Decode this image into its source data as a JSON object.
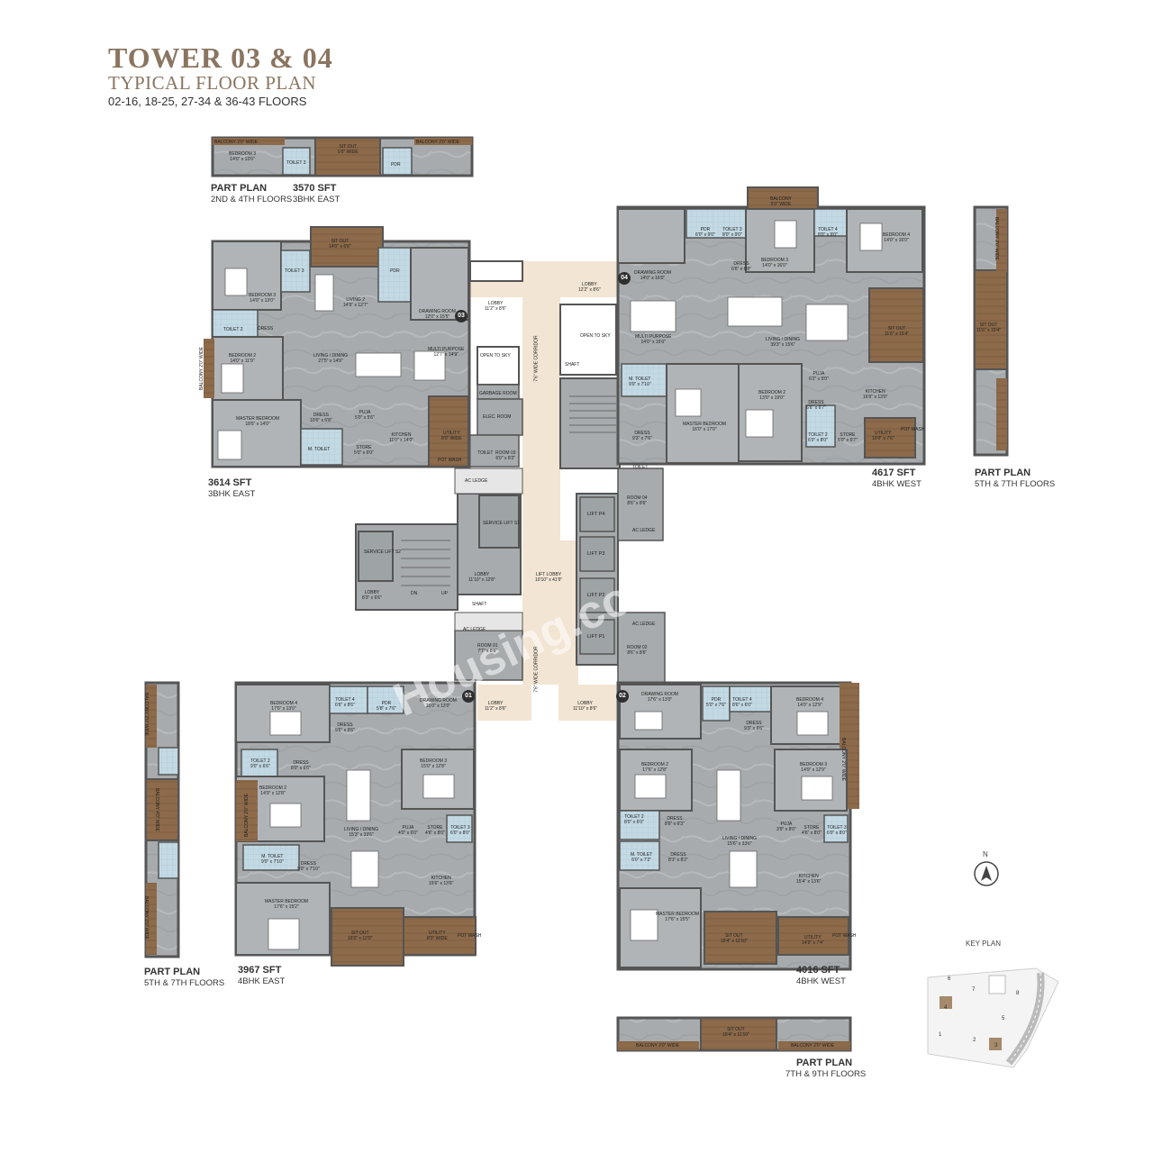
{
  "header": {
    "title": "TOWER 03 & 04",
    "subtitle": "TYPICAL FLOOR PLAN",
    "floors": "02-16, 18-25, 27-34 & 36-43 FLOORS"
  },
  "units": {
    "u03": {
      "number": "03",
      "area": "3614 SFT",
      "type": "3BHK EAST"
    },
    "u04": {
      "number": "04",
      "area": "4617 SFT",
      "type": "4BHK WEST"
    },
    "u01": {
      "number": "01",
      "area": "3967 SFT",
      "type": "4BHK EAST"
    },
    "u02": {
      "number": "02",
      "area": "4016 SFT",
      "type": "4BHK WEST"
    }
  },
  "part_plans": {
    "top": {
      "title": "PART PLAN",
      "floors": "2ND & 4TH FLOORS",
      "area": "3570 SFT",
      "type": "3BHK EAST"
    },
    "right": {
      "title": "PART PLAN",
      "floors": "5TH & 7TH FLOORS"
    },
    "left": {
      "title": "PART PLAN",
      "floors": "5TH & 7TH FLOORS"
    },
    "bottom": {
      "title": "PART PLAN",
      "floors": "7TH & 9TH FLOORS"
    }
  },
  "rooms": {
    "u03": {
      "sit_out": "SIT OUT",
      "sit_out_dim": "14'0\" x 6'6\"",
      "bedroom3": "BEDROOM 3",
      "bedroom3_dim": "14'0\" x 13'0\"",
      "toilet3": "TOILET 3",
      "living2": "LIVING 2",
      "living2_dim": "14'9\" x 12'7\"",
      "pdr": "PDR",
      "drawing": "DRAWING ROOM",
      "drawing_dim": "12'0\" x 15'5\"",
      "toilet2": "TOILET 2",
      "dress": "DRESS",
      "bedroom2": "BEDROOM 2",
      "bedroom2_dim": "14'0\" x 11'9\"",
      "living_dining": "LIVING / DINING",
      "living_dining_dim": "27'5\" x 14'9\"",
      "multi": "MULTI PURPOSE",
      "multi_dim": "12'7\" x 14'9\"",
      "master": "MASTER BEDROOM",
      "master_dim": "18'6\" x 14'0\"",
      "dress2": "DRESS",
      "dress2_dim": "10'6\" x 6'8\"",
      "puja": "PUJA",
      "puja_dim": "5'0\" x 5'6\"",
      "kitchen": "KITCHEN",
      "kitchen_dim": "11'0\" x 14'0\"",
      "utility": "UTILITY",
      "utility_dim": "8'0\" WIDE",
      "mtoilet": "M. TOILET",
      "store": "STORE",
      "store_dim": "5'0\" x 6'0\"",
      "pot_wash": "POT WASH",
      "balcony": "BALCONY 2'0\" WIDE"
    },
    "u04": {
      "balcony": "BALCONY",
      "balcony_dim": "5'0\" WIDE",
      "pdr": "PDR",
      "pdr_dim": "6'0\" x 9'0\"",
      "toilet3": "TOILET 3",
      "toilet3_dim": "8'0\" x 9'0\"",
      "toilet4": "TOILET 4",
      "toilet4_dim": "8'0\" x 9'0\"",
      "bedroom4": "BEDROOM 4",
      "bedroom4_dim": "14'0\" x 16'0\"",
      "bedroom3": "BEDROOM 3",
      "bedroom3_dim": "14'0\" x 16'0\"",
      "dress": "DRESS",
      "dress_dim": "6'6\" x 6'8\"",
      "drawing": "DRAWING ROOM",
      "drawing_dim": "14'0\" x 16'0\"",
      "multi": "MULTI PURPOSE",
      "multi_dim": "14'0\" x 15'6\"",
      "living_dining": "LIVING / DINING",
      "living_dining_dim": "39'3\" x 15'6\"",
      "sit_out": "SIT OUT",
      "sit_out_dim": "11'6\" x 15'4\"",
      "open_sky": "OPEN TO SKY",
      "shaft": "SHAFT",
      "mtoilet": "M. TOILET",
      "mtoilet_dim": "9'0\" x 7'10\"",
      "master": "MASTER BEDROOM",
      "master_dim": "16'0\" x 17'0\"",
      "bedroom2": "BEDROOM 2",
      "bedroom2_dim": "13'0\" x 19'0\"",
      "puja": "PUJA",
      "puja_dim": "6'2\" x 5'0\"",
      "dress2": "DRESS",
      "dress2_dim": "6'6\" x 6'7\"",
      "kitchen": "KITCHEN",
      "kitchen_dim": "16'6\" x 13'0\"",
      "toilet2": "TOILET 2",
      "toilet2_dim": "6'0\" x 8'0\"",
      "store": "STORE",
      "store_dim": "6'0\" x 6'7\"",
      "utility": "UTILITY",
      "utility_dim": "10'0\" x 7'6\"",
      "pot_wash": "POT WASH",
      "dress3": "DRESS",
      "dress3_dim": "9'3\" x 7'6\""
    },
    "u01": {
      "bedroom4": "BEDROOM 4",
      "bedroom4_dim": "17'6\" x 13'0\"",
      "toilet4": "TOILET 4",
      "toilet4_dim": "6'6\" x 8'6\"",
      "pdr": "PDR",
      "pdr_dim": "5'8\" x 7'6\"",
      "drawing": "DRAWING ROOM",
      "drawing_dim": "15'0\" x 13'0\"",
      "dress": "DRESS",
      "dress_dim": "9'6\" x 6'6\"",
      "toilet2": "TOILET 2",
      "toilet2_dim": "9'0\" x 6'6\"",
      "dress2": "DRESS",
      "dress2_dim": "8'0\" x 6'6\"",
      "bedroom3": "BEDROOM 3",
      "bedroom3_dim": "15'0\" x 12'8\"",
      "bedroom2": "BEDROOM 2",
      "bedroom2_dim": "14'9\" x 12'8\"",
      "balcony": "BALCONY 2'0\" WIDE",
      "living_dining": "LIVING / DINING",
      "living_dining_dim": "15'3\" x 33'6\"",
      "puja": "PUJA",
      "puja_dim": "4'0\" x 6'0\"",
      "store": "STORE",
      "store_dim": "4'6\" x 8'0\"",
      "toilet3": "TOILET 3",
      "toilet3_dim": "6'0\" x 8'0\"",
      "mtoilet": "M. TOILET",
      "mtoilet_dim": "9'0\" x 7'10\"",
      "dress3": "DRESS",
      "dress3_dim": "9'0\" x 7'10\"",
      "kitchen": "KITCHEN",
      "kitchen_dim": "15'6\" x 13'6\"",
      "master": "MASTER BEDROOM",
      "master_dim": "17'6\" x 15'2\"",
      "sit_out": "SIT OUT",
      "sit_out_dim": "16'0\" x 12'0\"",
      "utility": "UTILITY",
      "utility_dim": "8'0\" WIDE",
      "pot_wash": "POT WASH"
    },
    "u02": {
      "drawing": "DRAWING ROOM",
      "drawing_dim": "17'6\" x 13'0\"",
      "pdr": "PDR",
      "pdr_dim": "5'0\" x 7'6\"",
      "toilet4": "TOILET 4",
      "toilet4_dim": "8'6\" x 6'0\"",
      "bedroom4": "BEDROOM 4",
      "bedroom4_dim": "14'0\" x 12'9\"",
      "dress": "DRESS",
      "dress_dim": "9'3\" x 6'6\"",
      "bedroom2": "BEDROOM 2",
      "bedroom2_dim": "17'6\" x 12'8\"",
      "bedroom3": "BEDROOM 3",
      "bedroom3_dim": "14'9\" x 12'9\"",
      "toilet2": "TOILET 2",
      "toilet2_dim": "8'0\" x 6'0\"",
      "dress2": "DRESS",
      "dress2_dim": "8'6\" x 6'3\"",
      "puja": "PUJA",
      "puja_dim": "3'9\" x 8'0\"",
      "store": "STORE",
      "store_dim": "4'6\" x 8'0\"",
      "toilet3": "TOILET 3",
      "toilet3_dim": "6'0\" x 8'0\"",
      "mtoilet": "M. TOILET",
      "mtoilet_dim": "6'0\" x 7'2\"",
      "dress3": "DRESS",
      "dress3_dim": "8'1\" x 8'2\"",
      "living_dining": "LIVING / DINING",
      "living_dining_dim": "15'6\" x 33'6\"",
      "kitchen": "KITCHEN",
      "kitchen_dim": "15'4\" x 13'6\"",
      "master": "MASTER BEDROOM",
      "master_dim": "17'6\" x 15'5\"",
      "sit_out": "SIT OUT",
      "sit_out_dim": "15'4\" x 11'10\"",
      "utility": "UTILITY",
      "utility_dim": "14'9\" x 7'4\"",
      "pot_wash": "POT WASH",
      "balcony": "BALCONY 2'0\" WIDE"
    },
    "core": {
      "lobby_03": "LOBBY",
      "lobby_03_dim": "11'2\" x 8'6\"",
      "lobby_04": "LOBBY",
      "lobby_04_dim": "12'2\" x 8'6\"",
      "lobby_01": "LOBBY",
      "lobby_01_dim": "11'2\" x 8'6\"",
      "lobby_02": "LOBBY",
      "lobby_02_dim": "11'10\" x 8'6\"",
      "corridor_top": "7'6\" WIDE CORRIDOR",
      "corridor_bottom": "7'6\" WIDE CORRIDOR",
      "open_sky": "OPEN TO SKY",
      "garbage": "GARBAGE ROOM",
      "elec": "ELEC. ROOM",
      "room03": "ROOM 03",
      "room03_dim": "6'0\" x 8'2\"",
      "room04": "ROOM 04",
      "room04_dim": "8'6\" x 8'6\"",
      "room01": "ROOM 01",
      "room01_dim": "7'7\" x 8'6\"",
      "room02": "ROOM 02",
      "room02_dim": "8'6\" x 8'6\"",
      "toilet": "TOILET",
      "ac_ledge": "AC LEDGE",
      "service_s1": "SERVICE LIFT S1",
      "service_s2": "SERVICE LIFT S2",
      "lobby_service": "LOBBY",
      "lobby_service_dim": "11'10\" x 12'8\"",
      "lobby_s2": "LOBBY",
      "lobby_s2_dim": "8'3\" x 6'6\"",
      "lift_lobby": "LIFT LOBBY",
      "lift_lobby_dim": "10'10\" x 41'9\"",
      "lift_p4": "LIFT P4",
      "lift_p3": "LIFT P3",
      "lift_p2": "LIFT P2",
      "lift_p1": "LIFT P1",
      "shaft": "SHAFT",
      "up": "UP",
      "dn": "DN"
    },
    "part_top": {
      "balcony_left": "BALCONY 2'0\" WIDE",
      "balcony_right": "BALCONY 2'0\" WIDE",
      "bedroom3": "BEDROOM 3",
      "bedroom3_dim": "14'0\" x 13'0\"",
      "toilet3": "TOILET 3",
      "sit_out": "SIT OUT",
      "sit_out_dim": "5'6\" WIDE",
      "pdr": "PDR"
    },
    "part_right": {
      "sit_out": "SIT OUT",
      "sit_out_dim": "11'6\" x 15'4\"",
      "balcony": "BALCONY 2'0\" WIDE"
    },
    "part_left": {
      "balcony_top": "BALCONY 2'0\" WIDE",
      "balcony_mid": "BALCONY 4'0\" WIDE",
      "balcony_bot": "BALCONY 2'0\" WIDE"
    },
    "part_bottom": {
      "sit_out": "SIT OUT",
      "sit_out_dim": "15'4\" x 11'10\"",
      "balcony_left": "BALCONY 2'0\" WIDE",
      "balcony_right": "BALCONY 2'0\" WIDE"
    }
  },
  "compass": {
    "label": "N"
  },
  "key_plan": {
    "label": "KEY PLAN",
    "blocks": [
      "1",
      "2",
      "3",
      "4",
      "5",
      "6",
      "7",
      "8"
    ]
  },
  "watermark": "Housing.com",
  "colors": {
    "floor": "#a9adaf",
    "wall": "#555555",
    "corridor": "#f1e4d2",
    "wood": "#8c6a4a",
    "tile": "#c5dbe6",
    "title": "#8a7560"
  }
}
